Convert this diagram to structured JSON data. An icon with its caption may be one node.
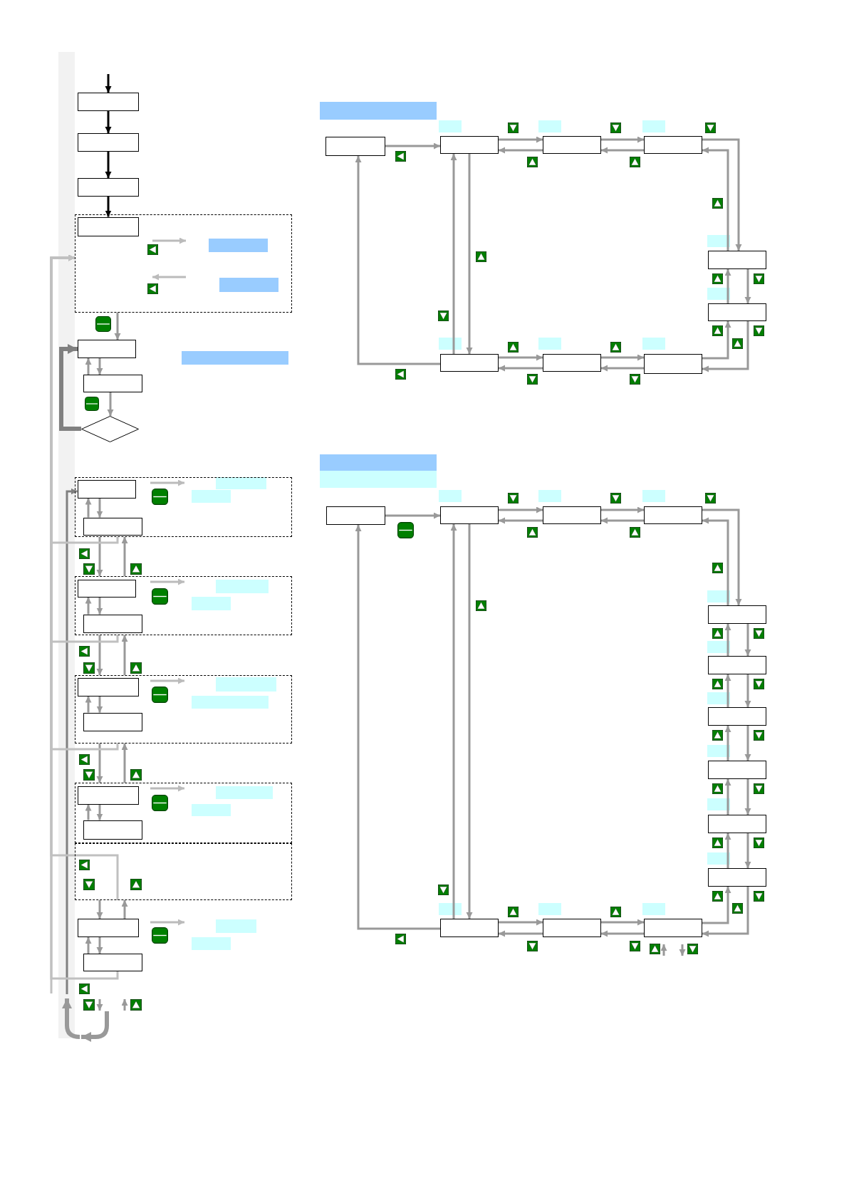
{
  "diagram": {
    "nodes": [
      {
        "text": [],
        "shape": "box"
      },
      {
        "text": [],
        "shape": "box"
      },
      {
        "text": [],
        "shape": "box"
      },
      {
        "text": [],
        "shape": "box"
      },
      {
        "text": [],
        "shape": "box",
        "in": 3
      },
      {
        "text": [],
        "shape": "box"
      },
      {
        "text": [],
        "shape": "box"
      },
      {
        "text": [],
        "shape": "diamond"
      },
      {
        "text": [],
        "shape": "box"
      },
      {
        "text": [],
        "shape": "box",
        "in": 8
      },
      {
        "text": [],
        "shape": "box",
        "in": 8
      },
      {
        "text": [],
        "shape": "box"
      },
      {
        "text": [],
        "shape": "box",
        "in": 11
      },
      {
        "text": [],
        "shape": "box",
        "in": 11
      },
      {
        "text": [],
        "shape": "box"
      },
      {
        "text": [],
        "shape": "box",
        "in": 14
      },
      {
        "text": [],
        "shape": "box",
        "in": 14
      },
      {
        "text": [],
        "shape": "box"
      },
      {
        "text": [],
        "shape": "box",
        "in": 17
      },
      {
        "text": [],
        "shape": "box",
        "in": 17
      },
      {
        "text": [],
        "shape": "box"
      },
      {
        "text": [],
        "shape": "box"
      },
      {
        "text": [],
        "shape": "box"
      },
      {
        "text": [],
        "shape": "box"
      },
      {
        "text": [],
        "shape": "box"
      },
      {
        "text": [],
        "shape": "box"
      },
      {
        "text": [],
        "shape": "box"
      },
      {
        "text": [],
        "shape": "box"
      },
      {
        "text": [],
        "shape": "box"
      },
      {
        "text": [],
        "shape": "box"
      },
      {
        "text": [],
        "shape": "box"
      },
      {
        "text": [],
        "shape": "box"
      },
      {
        "text": [],
        "shape": "box"
      },
      {
        "text": [],
        "shape": "box"
      },
      {
        "text": [],
        "shape": "box"
      },
      {
        "text": [],
        "shape": "box"
      },
      {
        "text": [],
        "shape": "box"
      },
      {
        "text": [],
        "shape": "box"
      },
      {
        "text": [],
        "shape": "box"
      },
      {
        "text": [],
        "shape": "box"
      },
      {
        "text": [],
        "shape": "box"
      },
      {
        "text": [],
        "shape": "box"
      },
      {
        "text": [],
        "shape": "box"
      },
      {
        "text": [],
        "shape": "box"
      },
      {
        "text": [],
        "shape": "box"
      }
    ],
    "edges": [
      {
        "from": null,
        "to": 0,
        "arrow": "to",
        "color": "#000000"
      },
      {
        "from": 0,
        "to": 1,
        "arrow": "to",
        "color": "#000000"
      },
      {
        "from": 1,
        "to": 2,
        "arrow": "to",
        "color": "#000000"
      },
      {
        "from": 2,
        "to": 4,
        "arrow": "to",
        "color": "#000000"
      },
      {
        "from": 3,
        "to": 5,
        "arrow": "to"
      },
      {
        "from": 5,
        "to": 6,
        "arrow": "to"
      },
      {
        "from": 6,
        "to": 5,
        "arrow": "to"
      },
      {
        "from": 6,
        "to": 7,
        "arrow": "to"
      },
      {
        "from": 7,
        "to": 5,
        "arrow": "to",
        "style": "thick",
        "color": "#808080"
      },
      {
        "from": null,
        "to": 3,
        "arrow": "to",
        "color": "#c0c0c0"
      },
      {
        "from": null,
        "to": 9,
        "arrow": "to",
        "color": "#808080"
      },
      {
        "from": 9,
        "to": 10,
        "arrow": "to"
      },
      {
        "from": 10,
        "to": 9,
        "arrow": "to"
      },
      {
        "from": 8,
        "to": 11,
        "arrow": "to"
      },
      {
        "from": 11,
        "to": 8,
        "arrow": "to"
      },
      {
        "from": 12,
        "to": 13,
        "arrow": "to"
      },
      {
        "from": 13,
        "to": 12,
        "arrow": "to"
      },
      {
        "from": 11,
        "to": 14,
        "arrow": "to"
      },
      {
        "from": 14,
        "to": 11,
        "arrow": "to"
      },
      {
        "from": 15,
        "to": 16,
        "arrow": "to"
      },
      {
        "from": 16,
        "to": 15,
        "arrow": "to"
      },
      {
        "from": 14,
        "to": 17,
        "arrow": "to"
      },
      {
        "from": 17,
        "to": 14,
        "arrow": "to"
      },
      {
        "from": 18,
        "to": 19,
        "arrow": "to"
      },
      {
        "from": 19,
        "to": 18,
        "arrow": "to"
      },
      {
        "from": 20,
        "to": 21,
        "arrow": "to"
      },
      {
        "from": 21,
        "to": 20,
        "arrow": "to"
      },
      {
        "from": 21,
        "to": 22,
        "arrow": "to"
      },
      {
        "from": 22,
        "to": 21,
        "arrow": "to"
      },
      {
        "from": 23,
        "to": 24,
        "arrow": "to"
      },
      {
        "from": 24,
        "to": 25,
        "arrow": "to"
      },
      {
        "from": 25,
        "to": 24,
        "arrow": "to"
      },
      {
        "from": 25,
        "to": 26,
        "arrow": "to"
      },
      {
        "from": 26,
        "to": 25,
        "arrow": "to"
      },
      {
        "from": 26,
        "to": 27,
        "arrow": "to"
      },
      {
        "from": 27,
        "to": 26,
        "arrow": "to"
      },
      {
        "from": 27,
        "to": 28,
        "arrow": "to"
      },
      {
        "from": 28,
        "to": 27,
        "arrow": "to"
      },
      {
        "from": 28,
        "to": 31,
        "arrow": "to"
      },
      {
        "from": 31,
        "to": 28,
        "arrow": "to"
      },
      {
        "from": 29,
        "to": 30,
        "arrow": "to"
      },
      {
        "from": 30,
        "to": 29,
        "arrow": "to"
      },
      {
        "from": 30,
        "to": 31,
        "arrow": "to"
      },
      {
        "from": 31,
        "to": 30,
        "arrow": "to"
      },
      {
        "from": 29,
        "to": 23,
        "arrow": "to"
      },
      {
        "from": 24,
        "to": 29,
        "arrow": "to"
      },
      {
        "from": 29,
        "to": 24,
        "arrow": "to"
      },
      {
        "from": 32,
        "to": 33,
        "arrow": "to"
      },
      {
        "from": 33,
        "to": 34,
        "arrow": "to"
      },
      {
        "from": 34,
        "to": 33,
        "arrow": "to"
      },
      {
        "from": 34,
        "to": 35,
        "arrow": "to"
      },
      {
        "from": 35,
        "to": 34,
        "arrow": "to"
      },
      {
        "from": 35,
        "to": 36,
        "arrow": "to"
      },
      {
        "from": 36,
        "to": 35,
        "arrow": "to"
      },
      {
        "from": 36,
        "to": 37,
        "arrow": "to"
      },
      {
        "from": 37,
        "to": 36,
        "arrow": "to"
      },
      {
        "from": 37,
        "to": 38,
        "arrow": "to"
      },
      {
        "from": 38,
        "to": 37,
        "arrow": "to"
      },
      {
        "from": 38,
        "to": 39,
        "arrow": "to"
      },
      {
        "from": 39,
        "to": 38,
        "arrow": "to"
      },
      {
        "from": 39,
        "to": 40,
        "arrow": "to"
      },
      {
        "from": 40,
        "to": 39,
        "arrow": "to"
      },
      {
        "from": 40,
        "to": 41,
        "arrow": "to"
      },
      {
        "from": 41,
        "to": 40,
        "arrow": "to"
      },
      {
        "from": 41,
        "to": 44,
        "arrow": "to"
      },
      {
        "from": 44,
        "to": 41,
        "arrow": "to"
      },
      {
        "from": 42,
        "to": 43,
        "arrow": "to"
      },
      {
        "from": 43,
        "to": 42,
        "arrow": "to"
      },
      {
        "from": 43,
        "to": 44,
        "arrow": "to"
      },
      {
        "from": 44,
        "to": 43,
        "arrow": "to"
      },
      {
        "from": 42,
        "to": 32,
        "arrow": "to"
      },
      {
        "from": 33,
        "to": 42,
        "arrow": "to"
      },
      {
        "from": 42,
        "to": 33,
        "arrow": "to"
      },
      {
        "from": 8,
        "to": 3,
        "arrow": "to",
        "color": "#c0c0c0"
      },
      {
        "from": 11,
        "to": 3,
        "arrow": "to",
        "color": "#c0c0c0"
      },
      {
        "from": 14,
        "to": 3,
        "arrow": "to",
        "color": "#c0c0c0"
      },
      {
        "from": 20,
        "to": 3,
        "arrow": "to",
        "color": "#c0c0c0"
      },
      {
        "from": 22,
        "to": 3,
        "arrow": "to",
        "color": "#c0c0c0"
      }
    ]
  }
}
